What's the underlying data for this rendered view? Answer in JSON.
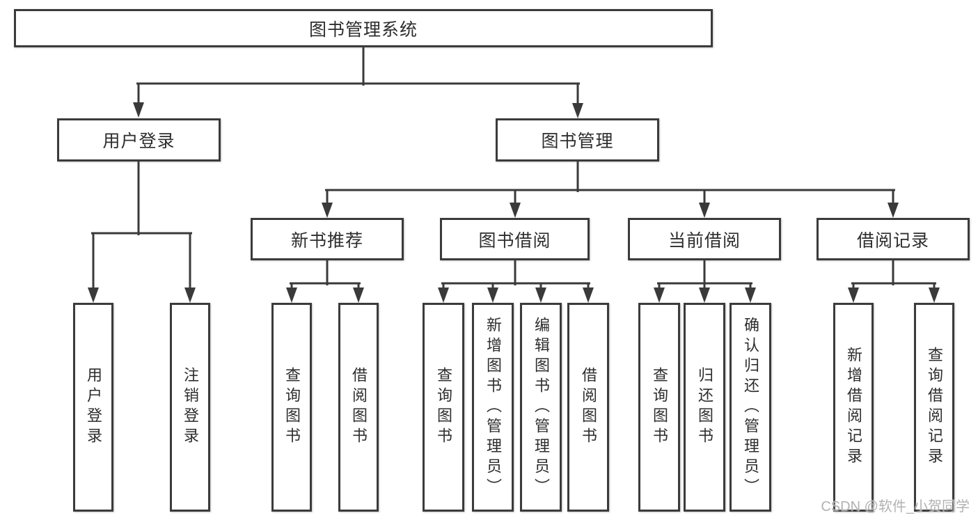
{
  "tree": {
    "root": {
      "label": "图书管理系统"
    },
    "branches": [
      {
        "label": "用户登录",
        "children": [
          {
            "label": "用户登录"
          },
          {
            "label": "注销登录"
          }
        ]
      },
      {
        "label": "图书管理",
        "groups": [
          {
            "label": "新书推荐",
            "children": [
              {
                "label": "查询图书"
              },
              {
                "label": "借阅图书"
              }
            ]
          },
          {
            "label": "图书借阅",
            "children": [
              {
                "label": "查询图书"
              },
              {
                "label": "新增图书（管理员）"
              },
              {
                "label": "编辑图书（管理员）"
              },
              {
                "label": "借阅图书"
              }
            ]
          },
          {
            "label": "当前借阅",
            "children": [
              {
                "label": "查询图书"
              },
              {
                "label": "归还图书"
              },
              {
                "label": "确认归还（管理员）"
              }
            ]
          },
          {
            "label": "借阅记录",
            "children": [
              {
                "label": "新增借阅记录"
              },
              {
                "label": "查询借阅记录"
              }
            ]
          }
        ]
      }
    ]
  },
  "watermark": {
    "text": "CSDN @软件_小贺同学"
  },
  "colors": {
    "line": "#3a3a3a",
    "text": "#2d2d2d",
    "watermark": "#ababab",
    "background": "#ffffff"
  }
}
